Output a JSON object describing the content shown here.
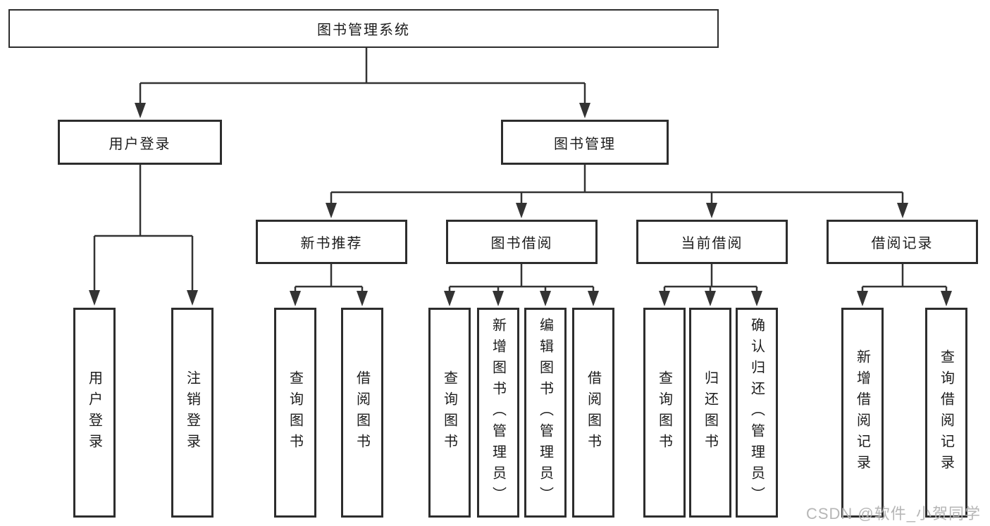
{
  "diagram": {
    "title": "图书管理系统",
    "watermark": "CSDN @软件_小贺同学",
    "colors": {
      "line": "#333333",
      "box_border": "#2d2d2d",
      "text": "#1c1c1c",
      "watermark_text": "#b3b3b3",
      "background": "#ffffff"
    },
    "nodes": {
      "root": "图书管理系统",
      "user_login": "用户登录",
      "book_mgmt": "图书管理",
      "leaf_user_login": "用户登录",
      "leaf_logout": "注销登录",
      "new_book_rec": "新书推荐",
      "book_borrow": "图书借阅",
      "current_borrow": "当前借阅",
      "borrow_records": "借阅记录",
      "nb_query_book": "查询图书",
      "nb_borrow_book": "借阅图书",
      "bb_query_book": "查询图书",
      "bb_add_book": "新增图书（管理员）",
      "bb_edit_book": "编辑图书（管理员）",
      "bb_borrow_book": "借阅图书",
      "cb_query_book": "查询图书",
      "cb_return_book": "归还图书",
      "cb_confirm_return": "确认归还（管理员）",
      "br_add_record": "新增借阅记录",
      "br_query_record": "查询借阅记录"
    },
    "hierarchy": {
      "图书管理系统": {
        "用户登录": [
          "用户登录",
          "注销登录"
        ],
        "图书管理": {
          "新书推荐": [
            "查询图书",
            "借阅图书"
          ],
          "图书借阅": [
            "查询图书",
            "新增图书（管理员）",
            "编辑图书（管理员）",
            "借阅图书"
          ],
          "当前借阅": [
            "查询图书",
            "归还图书",
            "确认归还（管理员）"
          ],
          "借阅记录": [
            "新增借阅记录",
            "查询借阅记录"
          ]
        }
      }
    }
  }
}
